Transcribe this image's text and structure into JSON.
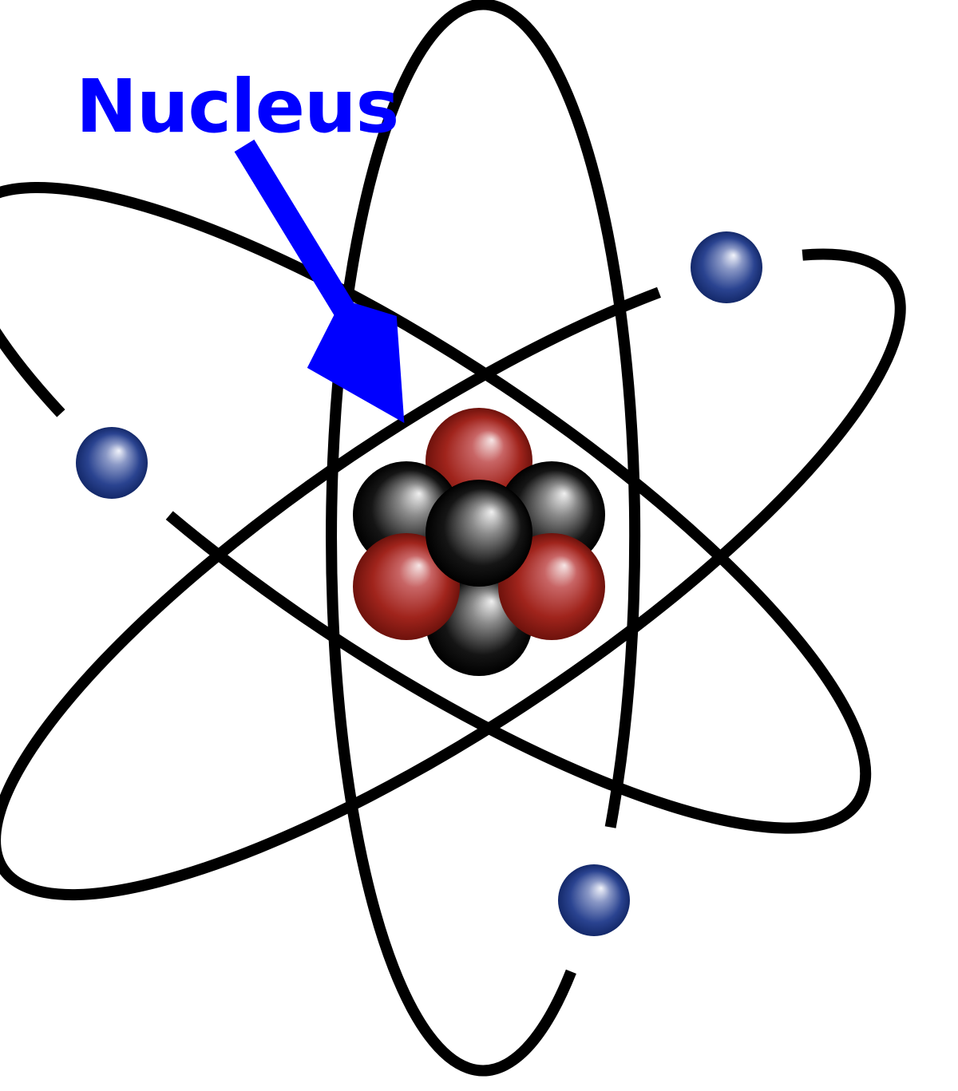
{
  "diagram": {
    "label": "Nucleus",
    "colors": {
      "label": "#0000ff",
      "arrow": "#0000ff",
      "orbit": "#000000",
      "proton": "#9b1c14",
      "neutron": "#0a0a0a",
      "electron": "#1f3a86",
      "background": "#ffffff"
    },
    "counts": {
      "electrons": 3,
      "protons": 3,
      "neutrons": 4,
      "orbits": 3
    }
  }
}
